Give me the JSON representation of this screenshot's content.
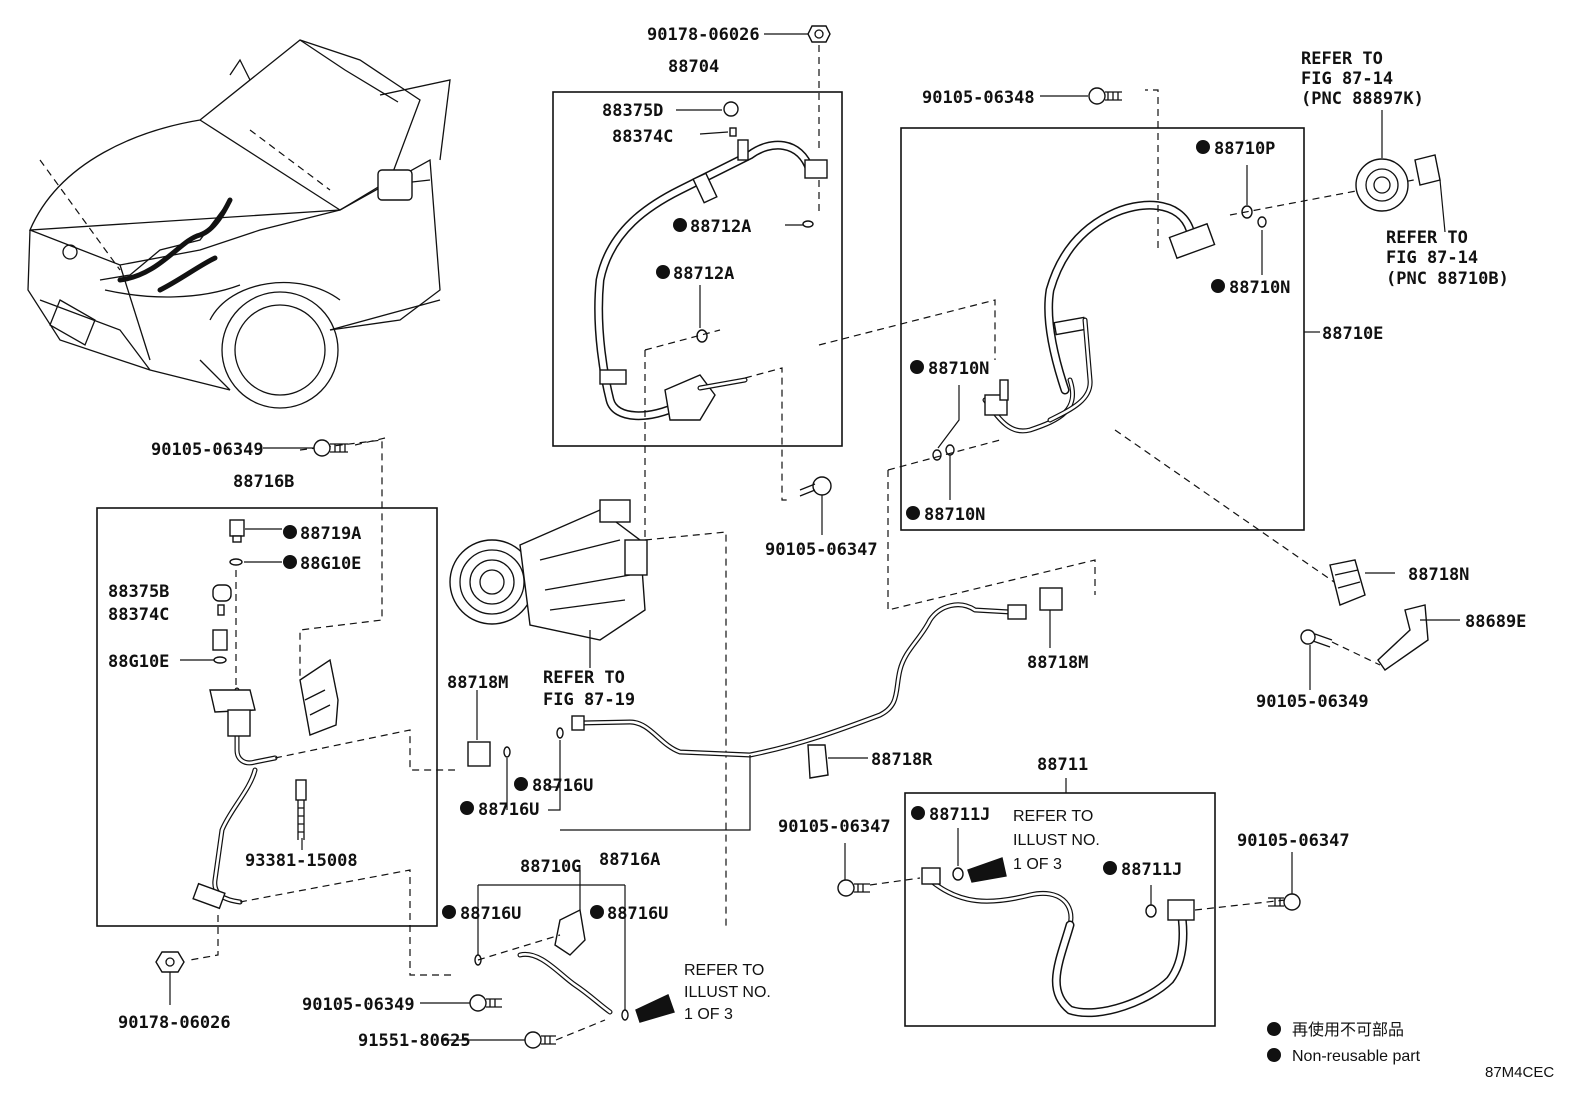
{
  "labels": {
    "p90178_06026_top": "90178-06026",
    "p88704": "88704",
    "p88375D": "88375D",
    "p88374C_top": "88374C",
    "p88712A_1": "88712A",
    "p88712A_2": "88712A",
    "p90105_06348": "90105-06348",
    "refer_8714_a_l1": "REFER TO",
    "refer_8714_a_l2": "FIG 87-14",
    "refer_8714_a_l3": "(PNC 88897K)",
    "p88710P": "88710P",
    "refer_8714_b_l1": "REFER TO",
    "refer_8714_b_l2": "FIG 87-14",
    "refer_8714_b_l3": "(PNC 88710B)",
    "p88710N_a": "88710N",
    "p88710E": "88710E",
    "p88710N_b": "88710N",
    "p88710N_c": "88710N",
    "p90105_06349_left": "90105-06349",
    "p88716B": "88716B",
    "p88719A": "88719A",
    "p88G10E_a": "88G10E",
    "p88375B": "88375B",
    "p88374C_left": "88374C",
    "p88G10E_b": "88G10E",
    "p93381_15008": "93381-15008",
    "p90105_06347_mid": "90105-06347",
    "refer_8719_l1": "REFER TO",
    "refer_8719_l2": "FIG 87-19",
    "p88718M_left": "88718M",
    "p88716U_a": "88716U",
    "p88716U_b": "88716U",
    "p88716A": "88716A",
    "p88718M_right": "88718M",
    "p88718R": "88718R",
    "p88718N": "88718N",
    "p88689E": "88689E",
    "p90105_06349_right": "90105-06349",
    "p88710G": "88710G",
    "p88716U_c": "88716U",
    "p88716U_d": "88716U",
    "p90105_06349_bottom": "90105-06349",
    "p91551_80625": "91551-80625",
    "p90178_06026_bottom": "90178-06026",
    "refer_illust_a_l1": "REFER TO",
    "refer_illust_a_l2": "ILLUST NO.",
    "refer_illust_a_l3": "1 OF 3",
    "p88711": "88711",
    "p90105_06347_left": "90105-06347",
    "p88711J_a": "88711J",
    "refer_illust_b_l1": "REFER TO",
    "refer_illust_b_l2": "ILLUST NO.",
    "refer_illust_b_l3": "1 OF 3",
    "p88711J_b": "88711J",
    "p90105_06347_right": "90105-06347"
  },
  "legend": {
    "jp": "再使用不可部品",
    "en": "Non-reusable part"
  },
  "figure_code": "87M4CEC"
}
